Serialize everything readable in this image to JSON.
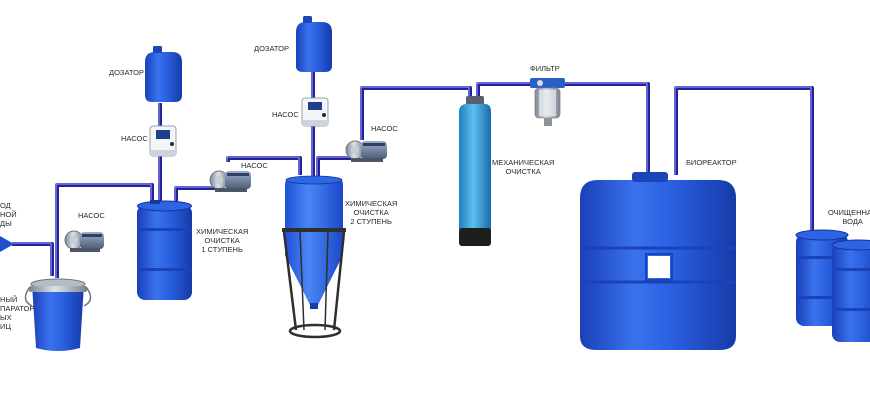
{
  "labels": {
    "inlet": [
      "ОД",
      "НОЙ",
      "ДЫ"
    ],
    "separator": [
      "НЫЙ",
      "ПАРАТОР",
      "ЫХ",
      "ИЦ"
    ],
    "dosing_1": "ДОЗАТОР",
    "pump_dosing_1": "НАСОС",
    "pump_1": "НАСОС",
    "chem_stage_1": [
      "ХИМИЧЕСКАЯ",
      "ОЧИСТКА",
      "1 СТУПЕНЬ"
    ],
    "dosing_2": "ДОЗАТОР",
    "pump_dosing_2": "НАСОС",
    "pump_2": "НАСОС",
    "chem_stage_2": [
      "ХИМИЧЕСКАЯ",
      "ОЧИСТКА",
      "2 СТУПЕНЬ"
    ],
    "pump_3": "НАСОС",
    "filter": "ФИЛЬТР",
    "mech_cleaning": [
      "МЕХАНИЧЕСКАЯ",
      "ОЧИСТКА"
    ],
    "bioreactor": "БИОРЕАКТОР",
    "clean_water": [
      "ОЧИЩЕННАЯ",
      "ВОДА"
    ]
  },
  "colors": {
    "tank_blue": "#2a5fe0",
    "tank_dark": "#1840b0",
    "pipe": "#2a2ab8",
    "pipe_light": "#8a8af0",
    "metal": "#9aa3ad",
    "stand": "#3a3a3a",
    "filter_body": "#3aa0d8"
  }
}
